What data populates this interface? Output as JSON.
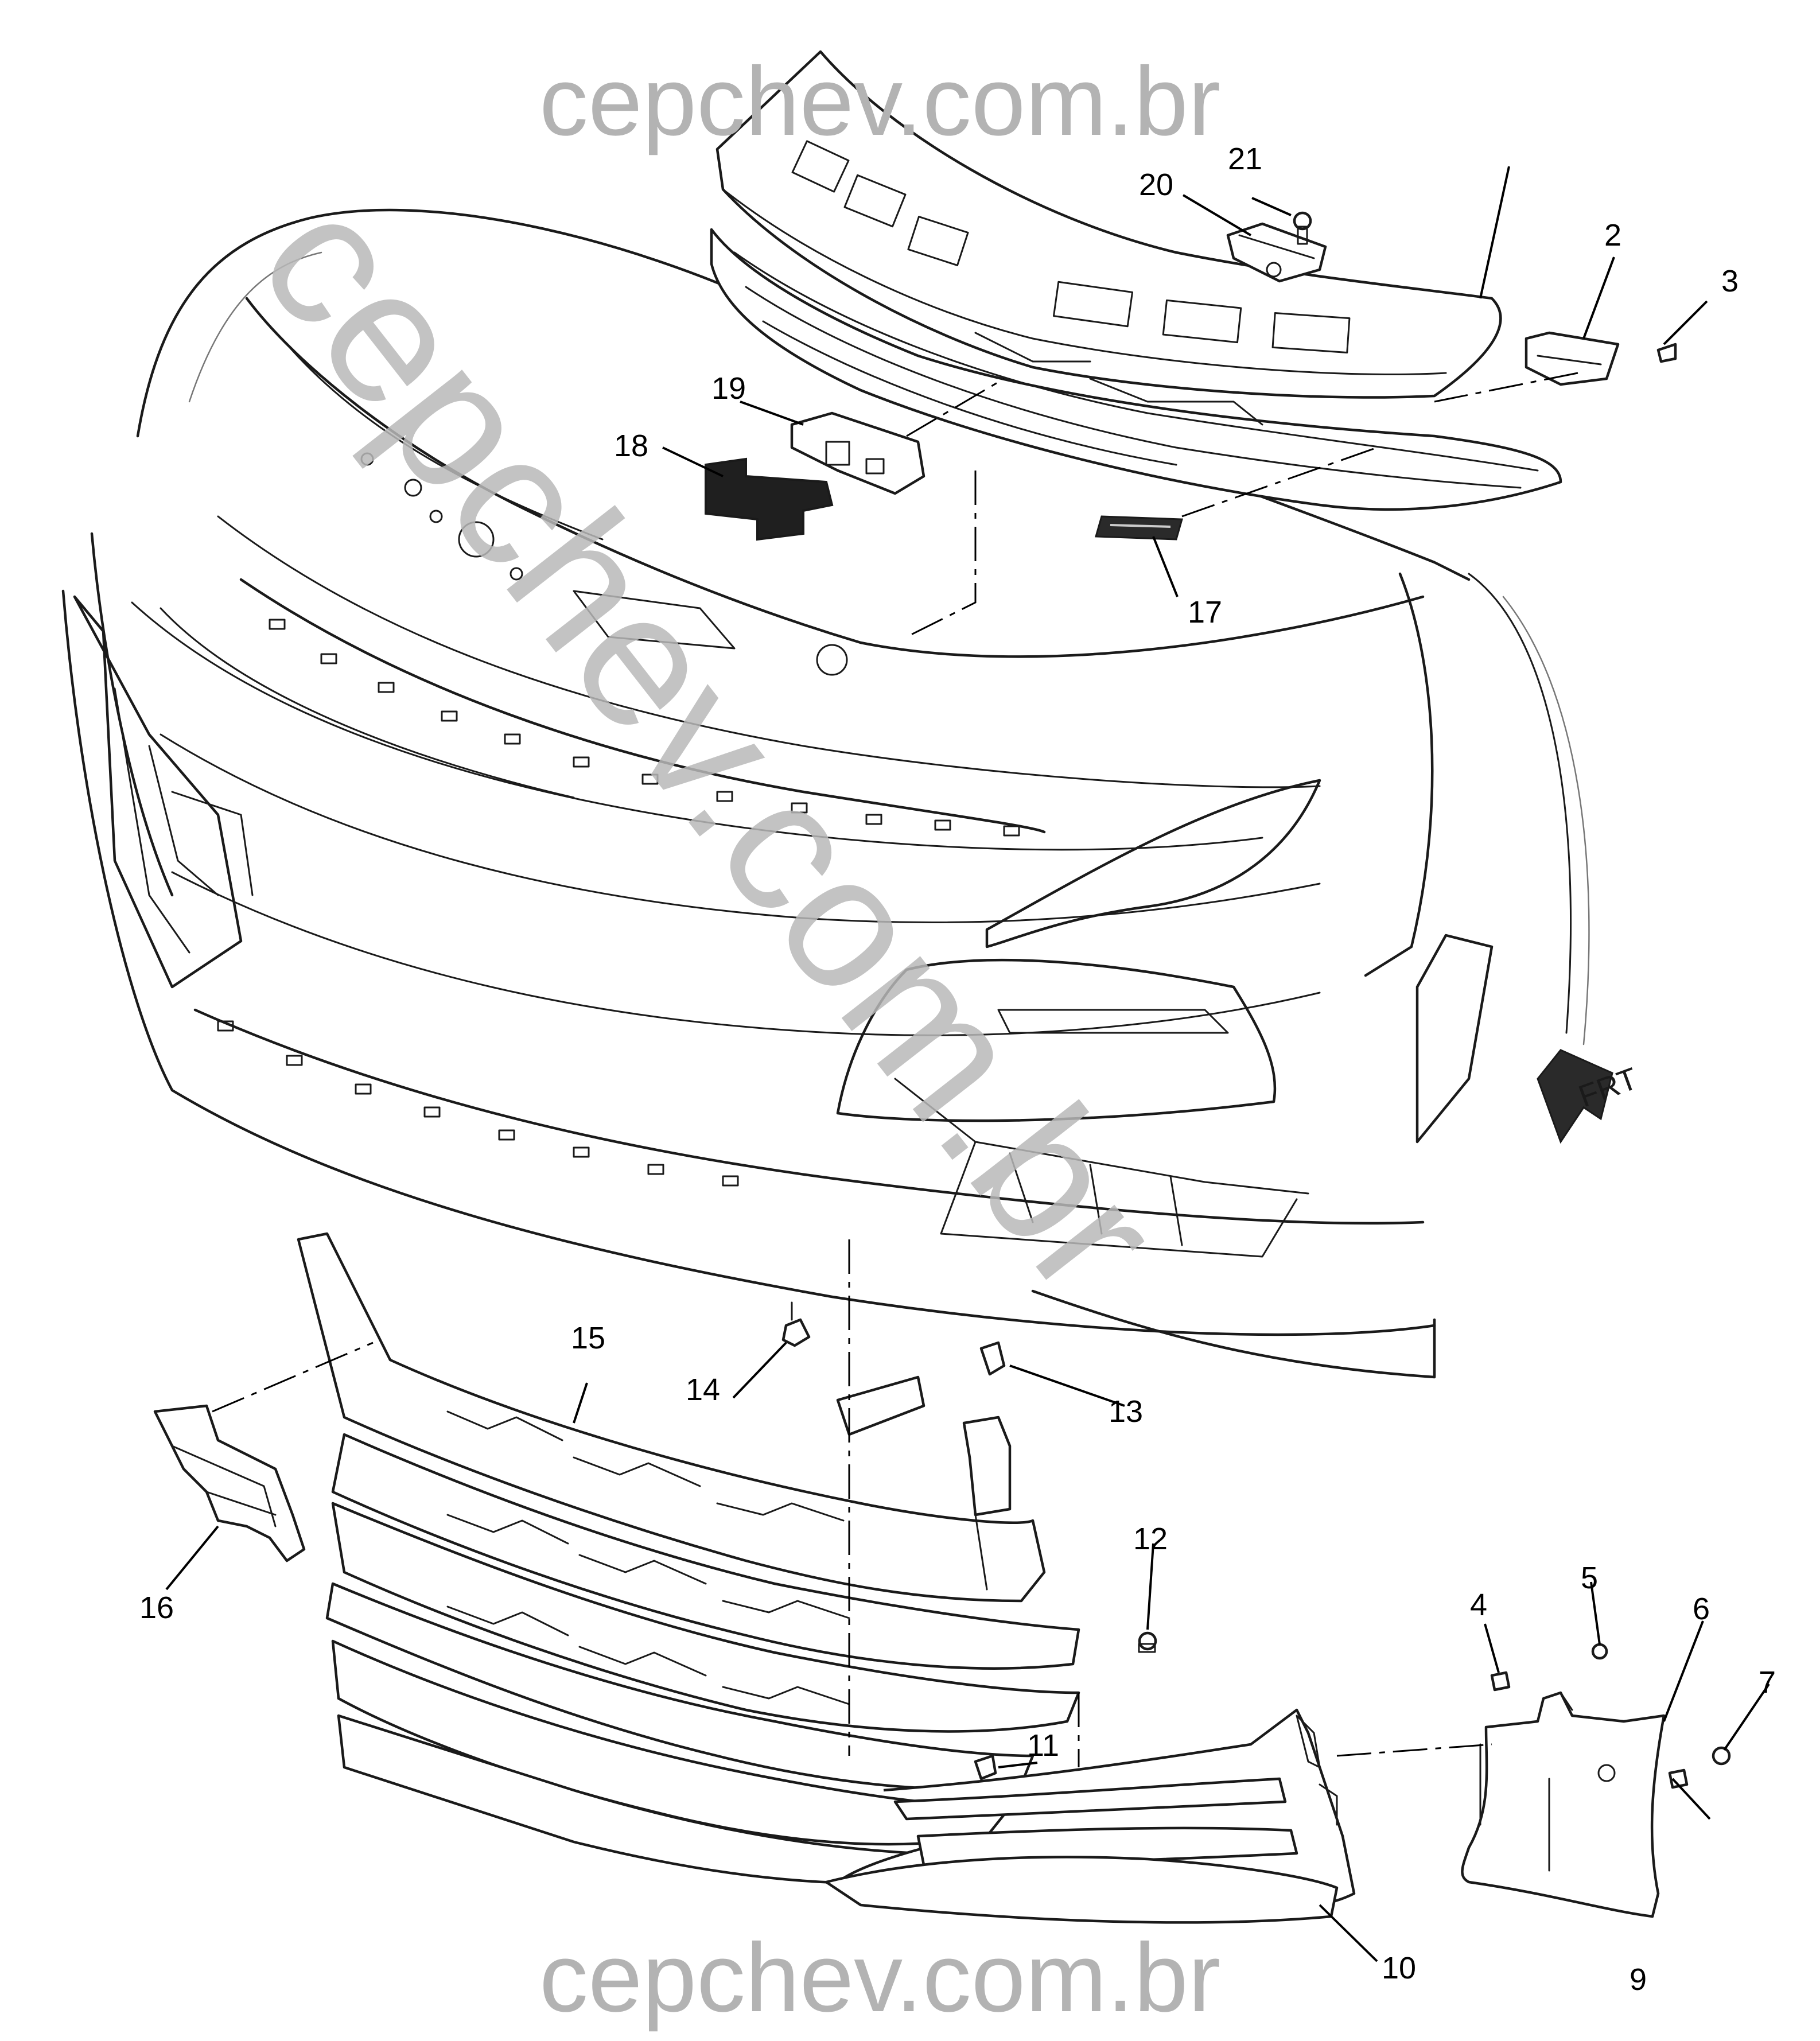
{
  "watermark": {
    "top": "cepchev.com.br",
    "diagonal": "cepchev.com.br",
    "bottom": "cepchev.com.br",
    "color": "#b3b3b3"
  },
  "front_indicator": {
    "label": "FRT",
    "icon": "front-direction-arrow-icon"
  },
  "callouts": [
    "21",
    "20",
    "2",
    "3",
    "19",
    "18",
    "17",
    "15",
    "14",
    "13",
    "16",
    "12",
    "11",
    "4",
    "5",
    "6",
    "7",
    "10",
    "9"
  ],
  "colors": {
    "line": "#1a1a1a",
    "watermark": "#b3b3b3",
    "emblem_fill": "#1f1f1f",
    "background": "#ffffff"
  }
}
